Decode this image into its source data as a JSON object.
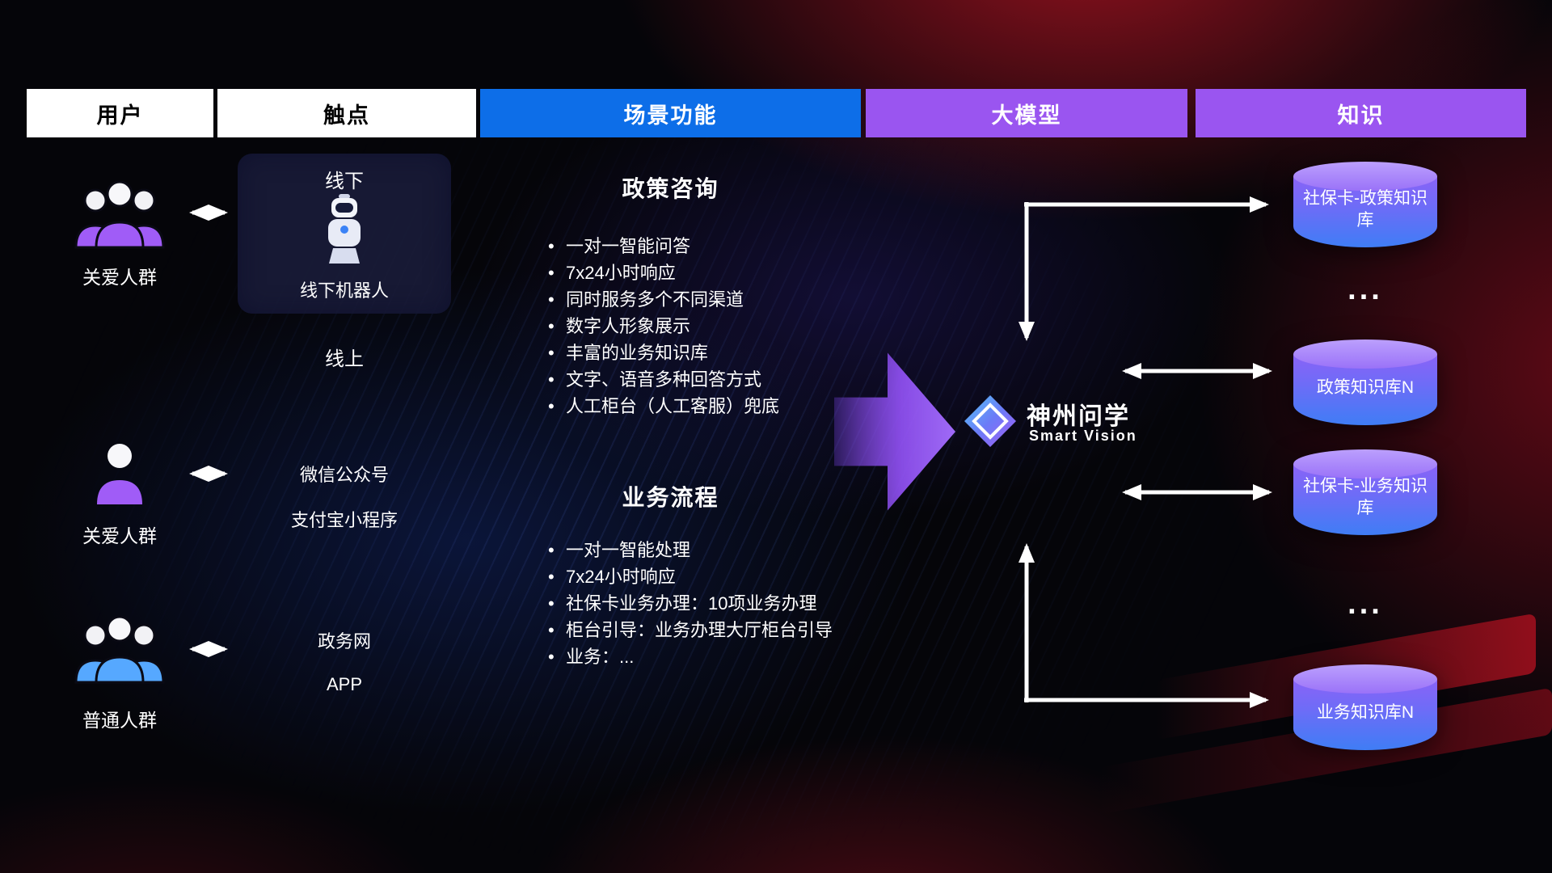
{
  "header": {
    "columns": [
      {
        "label": "用户"
      },
      {
        "label": "触点"
      },
      {
        "label": "场景功能"
      },
      {
        "label": "大模型"
      },
      {
        "label": "知识"
      }
    ]
  },
  "users": {
    "groups": [
      {
        "label": "关爱人群"
      },
      {
        "label": "关爱人群"
      },
      {
        "label": "普通人群"
      }
    ]
  },
  "touchpoints": {
    "offline": {
      "title": "线下",
      "robot_label": "线下机器人"
    },
    "online_label": "线上",
    "channels": [
      {
        "label": "微信公众号"
      },
      {
        "label": "支付宝小程序"
      },
      {
        "label": "政务网"
      },
      {
        "label": "APP"
      }
    ]
  },
  "scenarios": [
    {
      "title": "政策咨询",
      "items": [
        "一对一智能问答",
        "7x24小时响应",
        "同时服务多个不同渠道",
        "数字人形象展示",
        "丰富的业务知识库",
        "文字、语音多种回答方式",
        "人工柜台（人工客服）兜底"
      ]
    },
    {
      "title": "业务流程",
      "items": [
        "一对一智能处理",
        "7x24小时响应",
        "社保卡业务办理：10项业务办理",
        "柜台引导：业务办理大厅柜台引导",
        "业务：..."
      ]
    }
  ],
  "model": {
    "name": "神州问学",
    "subtitle": "Smart Vision"
  },
  "knowledge": {
    "databases": [
      {
        "label": "社保卡-政策知识库"
      },
      {
        "label": "政策知识库N"
      },
      {
        "label": "社保卡-业务知识库"
      },
      {
        "label": "业务知识库N"
      }
    ],
    "ellipsis": "..."
  },
  "colors": {
    "scenario_header_blue": "#0d6ee8",
    "model_header_purple": "#9a55f0",
    "user_purple": "#a05cf7",
    "user_blue": "#56a8ff",
    "flow_arrow_purple": "#9352f6",
    "db_top": "#bb9ffd",
    "db_gradient_start": "#8a63f7",
    "db_gradient_end": "#3f7df5",
    "connector_white": "#ffffff",
    "red_glow": "#c81626"
  }
}
